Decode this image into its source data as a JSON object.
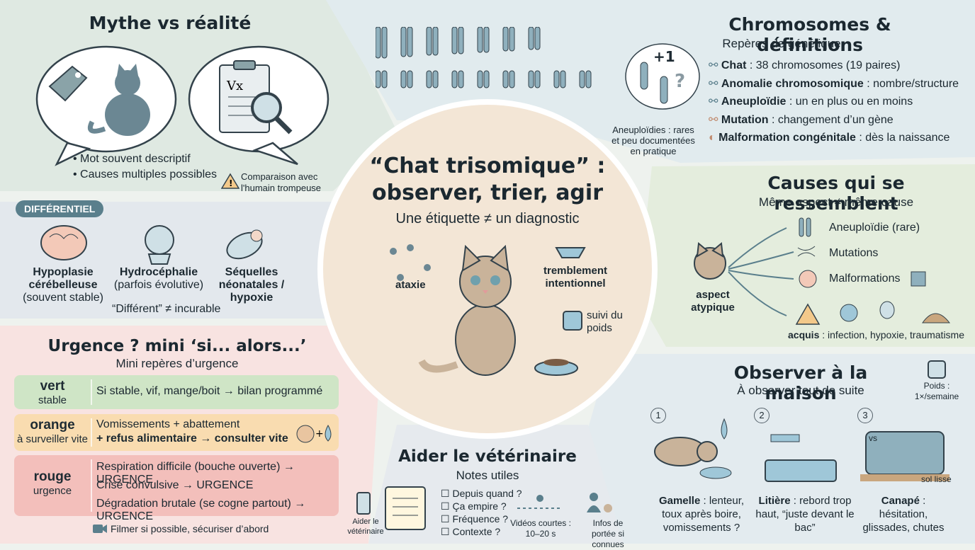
{
  "colors": {
    "myth_bg": "#dfe9e2",
    "diff_bg": "#e3e8ed",
    "urgence_bg": "#f8e3e1",
    "center_bg": "#f3e6d6",
    "chromo_bg": "#e1ebee",
    "causes_bg": "#e4eddd",
    "observer_bg": "#e3ebef",
    "aider_bg": "#e6eaee",
    "vert": "#cfe5c6",
    "orange": "#f9dcb0",
    "rouge": "#f3bfbb",
    "accent": "#5a7f8c"
  },
  "myth": {
    "title": "Mythe vs réalité",
    "bullets": [
      "Mot souvent descriptif",
      "Causes multiples possibles"
    ],
    "warning": "Comparaison avec l'humain trompeuse",
    "icons": [
      "tag-icon",
      "cat-silhouette-icon",
      "clipboard-icon",
      "magnifier-icon"
    ]
  },
  "diff": {
    "badge": "DIFFÉRENTIEL",
    "items": [
      {
        "title": "Hypoplasie cérébelleuse",
        "detail": "(souvent stable)"
      },
      {
        "title": "Hydrocéphalie",
        "detail": "(parfois évolutive)"
      },
      {
        "title": "Séquelles néonatales / hypoxie",
        "detail": ""
      }
    ],
    "note": "“Différent” ≠ incurable"
  },
  "urgence": {
    "title": "Urgence ? mini ‘si... alors...’",
    "subtitle": "Mini repères d’urgence",
    "rows": [
      {
        "level": "vert",
        "state": "stable",
        "lines": [
          "Si stable, vif, mange/boit → bilan programmé"
        ]
      },
      {
        "level": "orange",
        "state": "à surveiller vite",
        "lines": [
          "Vomissements + abattement",
          "+ refus alimentaire → consulter vite"
        ]
      },
      {
        "level": "rouge",
        "state": "urgence",
        "lines": [
          "Respiration difficile (bouche ouverte) → URGENCE",
          "Crise convulsive → URGENCE",
          "Dégradation brutale (se cogne partout) → URGENCE"
        ]
      }
    ],
    "footer": "Filmer si possible, sécuriser d’abord"
  },
  "center": {
    "title_line1": "“Chat trisomique” :",
    "title_line2": "observer, trier, agir",
    "subtitle": "Une étiquette ≠ un diagnostic",
    "label_ataxie": "ataxie",
    "label_tremblement": "tremblement intentionnel",
    "label_suivi": "suivi du poids"
  },
  "chromo": {
    "title": "Chromosomes & définitions",
    "subtitle": "Repères de génétique",
    "plus_one": "+1",
    "question": "?",
    "note": "Aneuploïdies : rares et peu documentées en pratique",
    "defs": [
      {
        "term": "Chat",
        "def": " : 38 chromosomes (19 paires)"
      },
      {
        "term": "Anomalie chromosomique",
        "def": " : nombre/structure"
      },
      {
        "term": "Aneuploïdie",
        "def": " : un en plus ou en moins"
      },
      {
        "term": "Mutation",
        "def": " : changement d’un gène"
      },
      {
        "term": "Malformation congénitale",
        "def": " : dès la naissance"
      }
    ]
  },
  "causes": {
    "title": "Causes qui se ressemblent",
    "subtitle": "Même aspect ≠ même cause",
    "source": "aspect atypique",
    "branches": [
      "Aneuploïdie (rare)",
      "Mutations",
      "Malformations"
    ],
    "acquis_term": "acquis",
    "acquis_def": " : infection, hypoxie, traumatisme"
  },
  "observer": {
    "title": "Observer à la maison",
    "subtitle": "À observer tout de suite",
    "poids": "Poids : 1×/semaine",
    "steps": [
      {
        "num": "1",
        "term": "Gamelle",
        "def": " : lenteur, toux après boire, vomissements ?"
      },
      {
        "num": "2",
        "term": "Litière",
        "def": " : rebord trop haut, “juste devant le bac”"
      },
      {
        "num": "3",
        "term": "Canapé",
        "def": " : hésitation, glissades, chutes"
      }
    ],
    "vs": "vs",
    "sol": "sol lisse"
  },
  "aider": {
    "title": "Aider le vétérinaire",
    "subtitle": "Notes utiles",
    "phone_label": "Aider le vétérinaire",
    "checklist": [
      "Depuis quand ?",
      "Ça empire ?",
      "Fréquence ?",
      "Contexte ?"
    ],
    "videos": "Vidéos courtes : 10–20 s",
    "portee": "Infos de portée si connues"
  }
}
